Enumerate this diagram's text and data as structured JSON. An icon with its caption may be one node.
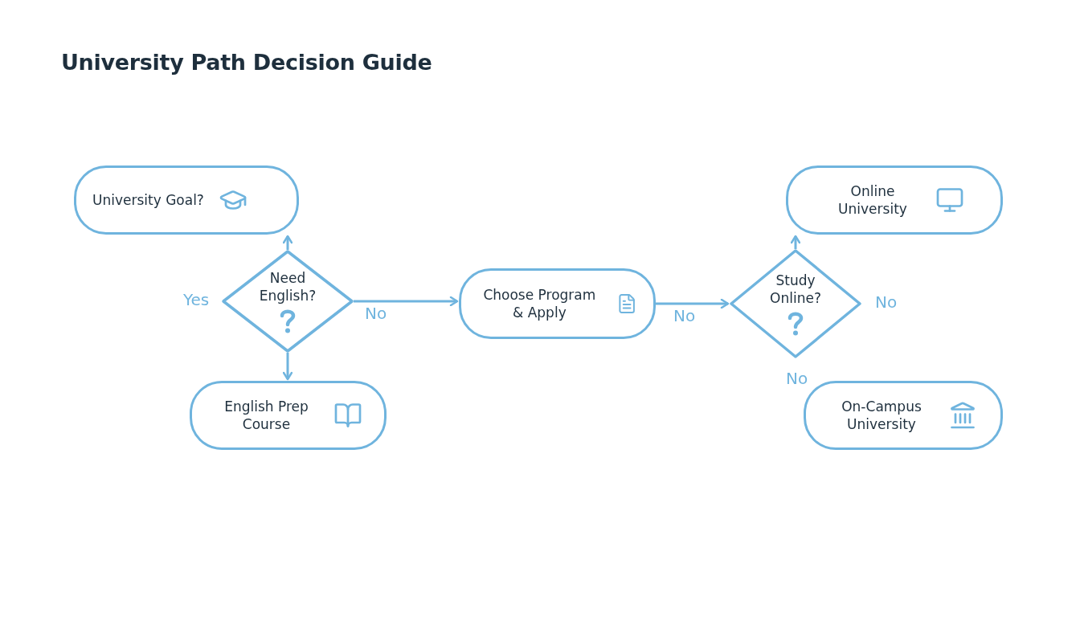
{
  "diagram": {
    "title": "University Path Decision Guide",
    "nodes": [
      {
        "text": [
          "University Goal?"
        ]
      },
      {
        "text": [
          "Need English?"
        ]
      },
      {
        "text": [
          "English Prep Course"
        ]
      },
      {
        "text": [
          "Choose Program & Apply"
        ]
      },
      {
        "text": [
          "Study Online?"
        ]
      },
      {
        "text": [
          "Online University"
        ]
      },
      {
        "text": [
          "On-Campus University"
        ]
      }
    ],
    "edges": [
      {
        "from": 1,
        "to": 0,
        "arrow": "to"
      },
      {
        "from": 1,
        "to": 2,
        "arrow": "to"
      },
      {
        "from": 1,
        "to": 3,
        "arrow": "to",
        "label": "No"
      },
      {
        "from": 3,
        "to": 4,
        "arrow": "to",
        "label": "No"
      },
      {
        "from": 4,
        "to": 5,
        "arrow": "to"
      }
    ],
    "labels": [
      "Yes",
      "No",
      "No"
    ]
  }
}
